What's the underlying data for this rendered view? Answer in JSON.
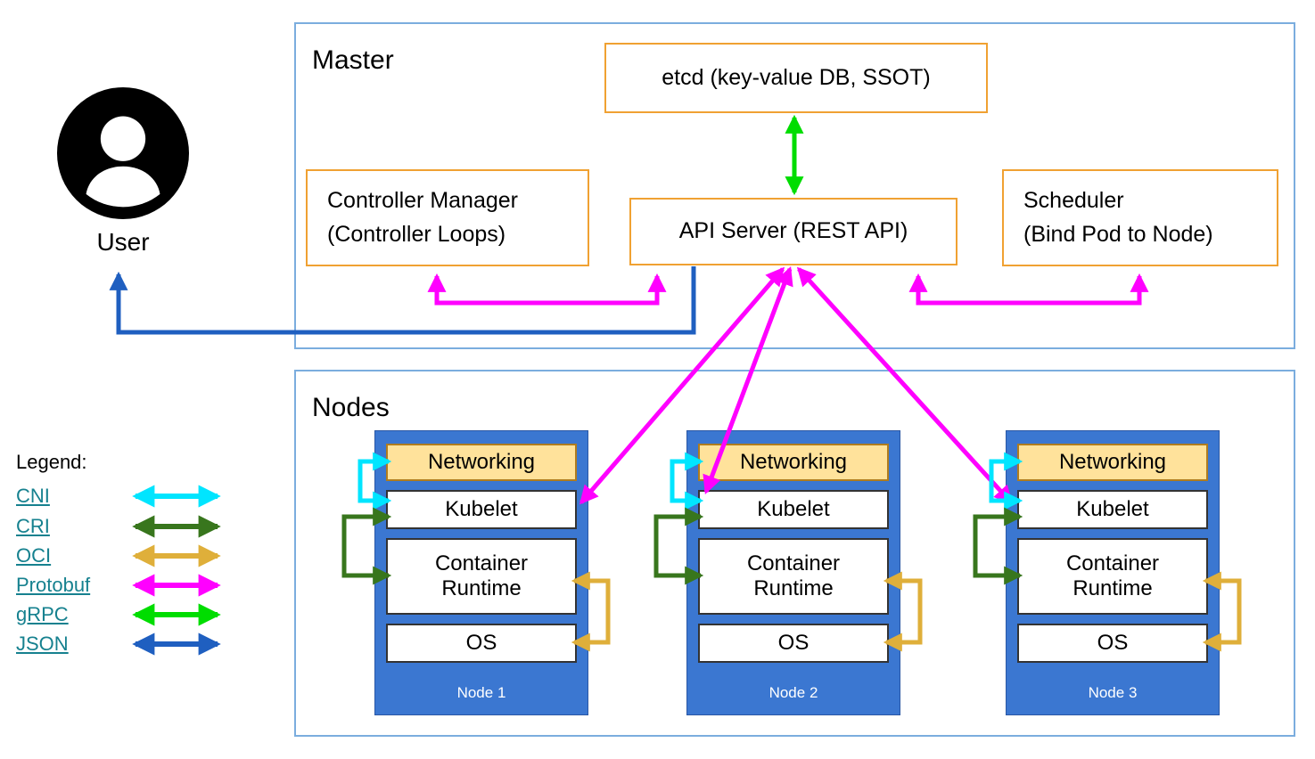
{
  "user": {
    "label": "User"
  },
  "master": {
    "title": "Master",
    "etcd": "etcd (key-value DB, SSOT)",
    "api_server": "API Server (REST API)",
    "controller_manager_line1": "Controller Manager",
    "controller_manager_line2": "(Controller Loops)",
    "scheduler_line1": "Scheduler",
    "scheduler_line2": "(Bind Pod to Node)"
  },
  "nodes": {
    "title": "Nodes",
    "layers": {
      "networking": "Networking",
      "kubelet": "Kubelet",
      "container_runtime": "Container Runtime",
      "os": "OS"
    },
    "items": [
      {
        "name": "Node 1"
      },
      {
        "name": "Node 2"
      },
      {
        "name": "Node 3"
      }
    ]
  },
  "legend": {
    "title": "Legend:",
    "items": [
      {
        "label": "CNI",
        "key": "cni"
      },
      {
        "label": "CRI",
        "key": "cri"
      },
      {
        "label": "OCI",
        "key": "oci"
      },
      {
        "label": "Protobuf",
        "key": "protobuf"
      },
      {
        "label": "gRPC",
        "key": "grpc"
      },
      {
        "label": "JSON",
        "key": "json"
      }
    ]
  },
  "colors": {
    "cni": "#00e5ff",
    "cri": "#38761d",
    "oci": "#dfaf3a",
    "protobuf": "#ff00ff",
    "grpc": "#00dd00",
    "json": "#1f5fc0",
    "orange_border": "#f0a132",
    "frame_border": "#7badde",
    "node_fill": "#3b77d1",
    "networking_fill": "#ffe29b",
    "networking_border": "#b07c1e",
    "layer_border": "#333333",
    "legend_link": "#16818f"
  }
}
